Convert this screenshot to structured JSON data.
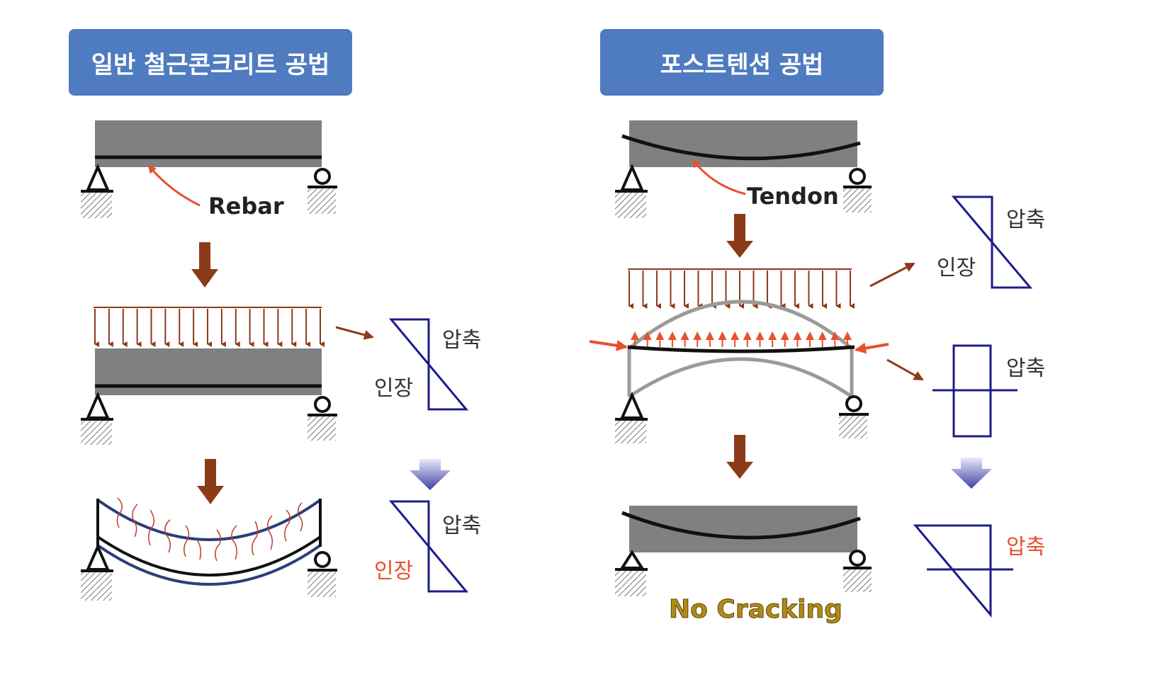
{
  "headers": {
    "left": "일반 철근콘크리트 공법",
    "right": "포스트텐션 공법"
  },
  "labels": {
    "rebar": "Rebar",
    "tendon": "Tendon",
    "no_cracking": "No Cracking",
    "compression": "압축",
    "tension": "인장"
  },
  "colors": {
    "header_bg": "#4f7bc0",
    "beam": "#808080",
    "load_arrow": "#8b3a1a",
    "stress_diagram": "#1c1c8c",
    "highlight_red": "#e8502d",
    "no_cracking": "#b28a14",
    "down_arrow": "#8b3a1a"
  }
}
